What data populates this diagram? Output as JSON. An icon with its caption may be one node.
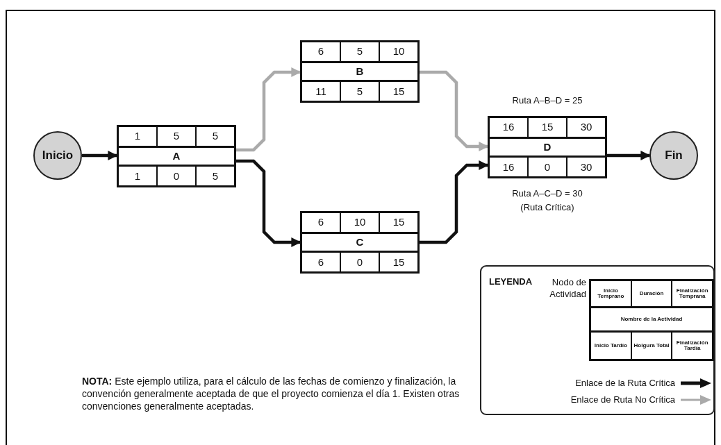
{
  "diagram": {
    "nodes": [
      {
        "text": [
          "Inicio"
        ]
      },
      {
        "text": [
          "1",
          "5",
          "5",
          "A",
          "1",
          "0",
          "5"
        ]
      },
      {
        "text": [
          "6",
          "5",
          "10",
          "B",
          "11",
          "5",
          "15"
        ]
      },
      {
        "text": [
          "6",
          "10",
          "15",
          "C",
          "6",
          "0",
          "15"
        ]
      },
      {
        "text": [
          "16",
          "15",
          "30",
          "D",
          "16",
          "0",
          "30"
        ],
        "beside": [
          "Ruta A–B–D = 25",
          "Ruta A–C–D = 30 (Ruta Crítica)"
        ]
      },
      {
        "text": [
          "Fin"
        ]
      },
      {
        "text": [
          "Inicio Temprano",
          "Duración",
          "Finalización Temprana",
          "Nombre de la Actividad",
          "Inicio Tardío",
          "Holgura Total",
          "Finalización Tardía"
        ],
        "beside": [
          "Nodo de Actividad"
        ]
      }
    ],
    "edges": [
      {
        "from": 0,
        "to": 1,
        "arrow": "to"
      },
      {
        "from": 1,
        "to": 2,
        "arrow": "to",
        "color": "#aaaaaa"
      },
      {
        "from": 2,
        "to": 4,
        "arrow": "to",
        "color": "#aaaaaa"
      },
      {
        "from": 1,
        "to": 3,
        "arrow": "to"
      },
      {
        "from": 3,
        "to": 4,
        "arrow": "to"
      },
      {
        "from": 4,
        "to": 5,
        "arrow": "to"
      }
    ],
    "labels": [
      "LEYENDA",
      "**NOTA:** Este ejemplo utiliza, para el cálculo de las fechas de comienzo y finalización, la convención generalmente aceptada de que el proyecto comienza el día 1. Existen otras convenciones generalmente aceptadas."
    ],
    "legend": [
      {
        "text": "Enlace de la Ruta Crítica"
      },
      {
        "text": "Enlace de Ruta No Crítica"
      }
    ]
  }
}
